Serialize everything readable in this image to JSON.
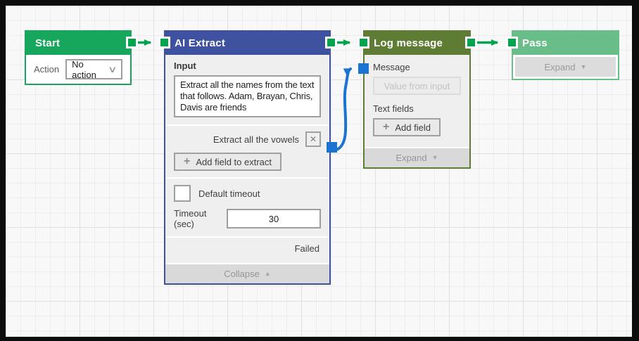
{
  "colors": {
    "start_header": "#16a75c",
    "ai_extract_header": "#3e52a0",
    "log_message_header": "#5e7c33",
    "pass_header": "#69bd88",
    "connector_green": "#00a44d",
    "connector_blue": "#1b74d1"
  },
  "icons": {
    "plus": "+",
    "close": "✕",
    "caret_up": "▲",
    "caret_down": "▼",
    "select_chevron": "∨"
  },
  "nodes": {
    "start": {
      "title": "Start",
      "action_label": "Action",
      "action_value": "No action"
    },
    "ai_extract": {
      "title": "AI Extract",
      "input_label": "Input",
      "input_value": "Extract all the names from the text that follows. Adam, Brayan, Chris, Davis are friends",
      "extract_field_value": "Extract all the vowels",
      "add_field_label": "Add field to extract",
      "default_timeout_label": "Default timeout",
      "timeout_label": "Timeout (sec)",
      "timeout_value": "30",
      "status_label": "Failed",
      "collapse_label": "Collapse"
    },
    "log_message": {
      "title": "Log message",
      "message_label": "Message",
      "message_value": "Value from input",
      "text_fields_label": "Text fields",
      "add_field_label": "Add field",
      "expand_label": "Expand"
    },
    "pass": {
      "title": "Pass",
      "expand_label": "Expand"
    }
  }
}
